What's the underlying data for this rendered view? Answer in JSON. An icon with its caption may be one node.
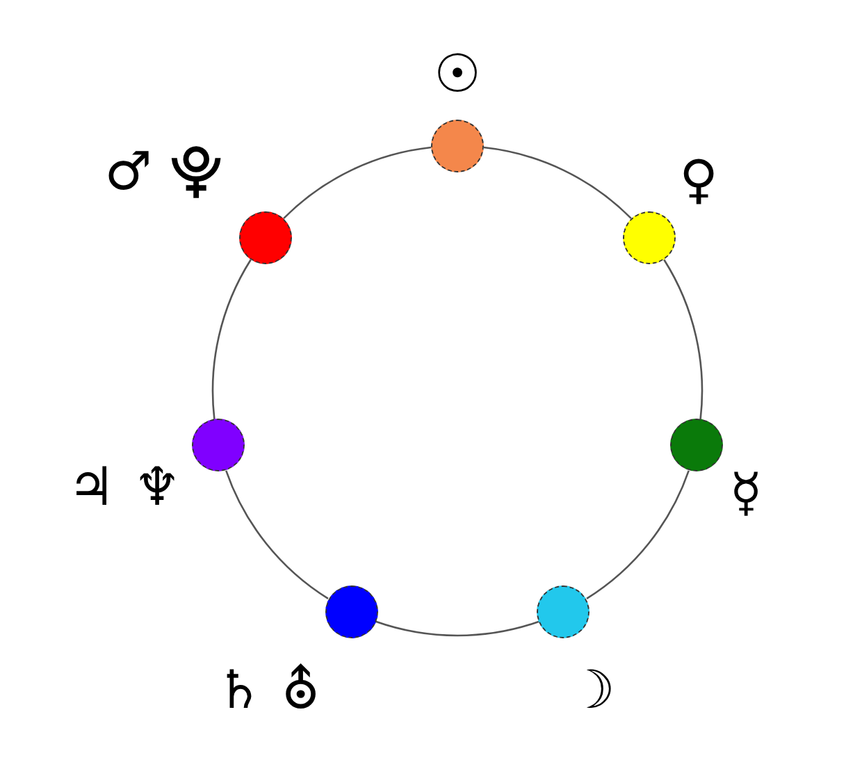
{
  "diagram": {
    "nodes": [
      {
        "text": [],
        "shape": "circle",
        "beside": [
          "☉"
        ]
      },
      {
        "text": [],
        "shape": "circle",
        "beside": [
          "♀"
        ]
      },
      {
        "text": [],
        "shape": "circle",
        "beside": [
          "☿"
        ]
      },
      {
        "text": [],
        "shape": "circle",
        "beside": [
          "☽"
        ]
      },
      {
        "text": [],
        "shape": "circle",
        "beside": [
          "♄ ⛢"
        ]
      },
      {
        "text": [],
        "shape": "circle",
        "beside": [
          "♃ ♆"
        ]
      },
      {
        "text": [],
        "shape": "circle",
        "beside": [
          "♂ ⯓"
        ]
      }
    ],
    "edges": [
      {
        "from": 0,
        "to": 1,
        "arrow": "none"
      },
      {
        "from": 1,
        "to": 2,
        "arrow": "none"
      },
      {
        "from": 2,
        "to": 3,
        "arrow": "none"
      },
      {
        "from": 3,
        "to": 4,
        "arrow": "none"
      },
      {
        "from": 4,
        "to": 5,
        "arrow": "none"
      },
      {
        "from": 5,
        "to": 6,
        "arrow": "none"
      },
      {
        "from": 6,
        "to": 0,
        "arrow": "none"
      }
    ]
  }
}
